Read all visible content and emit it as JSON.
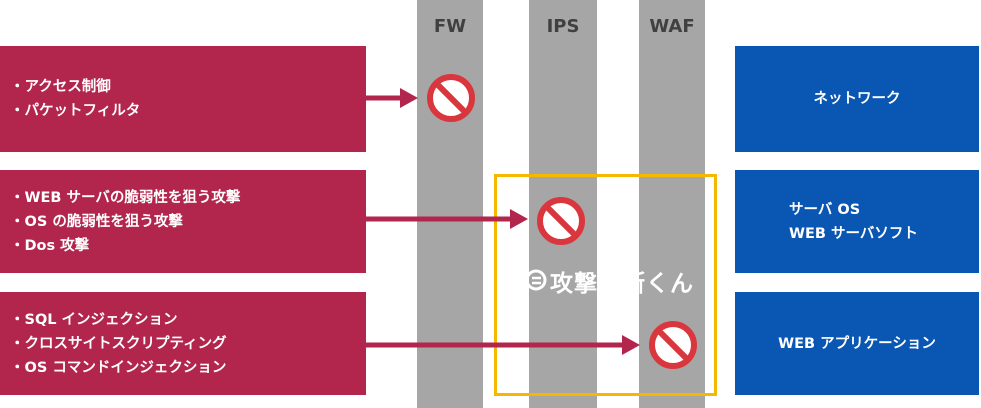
{
  "columns": [
    {
      "id": "fw",
      "label": "FW"
    },
    {
      "id": "ips",
      "label": "IPS"
    },
    {
      "id": "waf",
      "label": "WAF"
    }
  ],
  "attacks": [
    {
      "items": [
        "・アクセス制御",
        "・パケットフィルタ"
      ]
    },
    {
      "items": [
        "・WEB サーバの脆弱性を狙う攻撃",
        "・OS の脆弱性を狙う攻撃",
        "・Dos 攻撃"
      ]
    },
    {
      "items": [
        "・SQL インジェクション",
        "・クロスサイトスクリプティング",
        "・OS コマンドインジェクション"
      ]
    }
  ],
  "layers": [
    {
      "lines": [
        "ネットワーク"
      ]
    },
    {
      "lines": [
        "サーバ OS",
        "WEB サーバソフト"
      ]
    },
    {
      "lines": [
        "WEB アプリケーション"
      ]
    }
  ],
  "watermark": "攻撃遮断くん",
  "colors": {
    "attack_box": "#b2264d",
    "layer_box": "#0a56b3",
    "column": "#a6a6a6",
    "highlight": "#f5b800",
    "block_sign": "#d9363e"
  },
  "icons": [
    "arrow-icon",
    "prohibited-icon",
    "watermark-logo-icon"
  ]
}
